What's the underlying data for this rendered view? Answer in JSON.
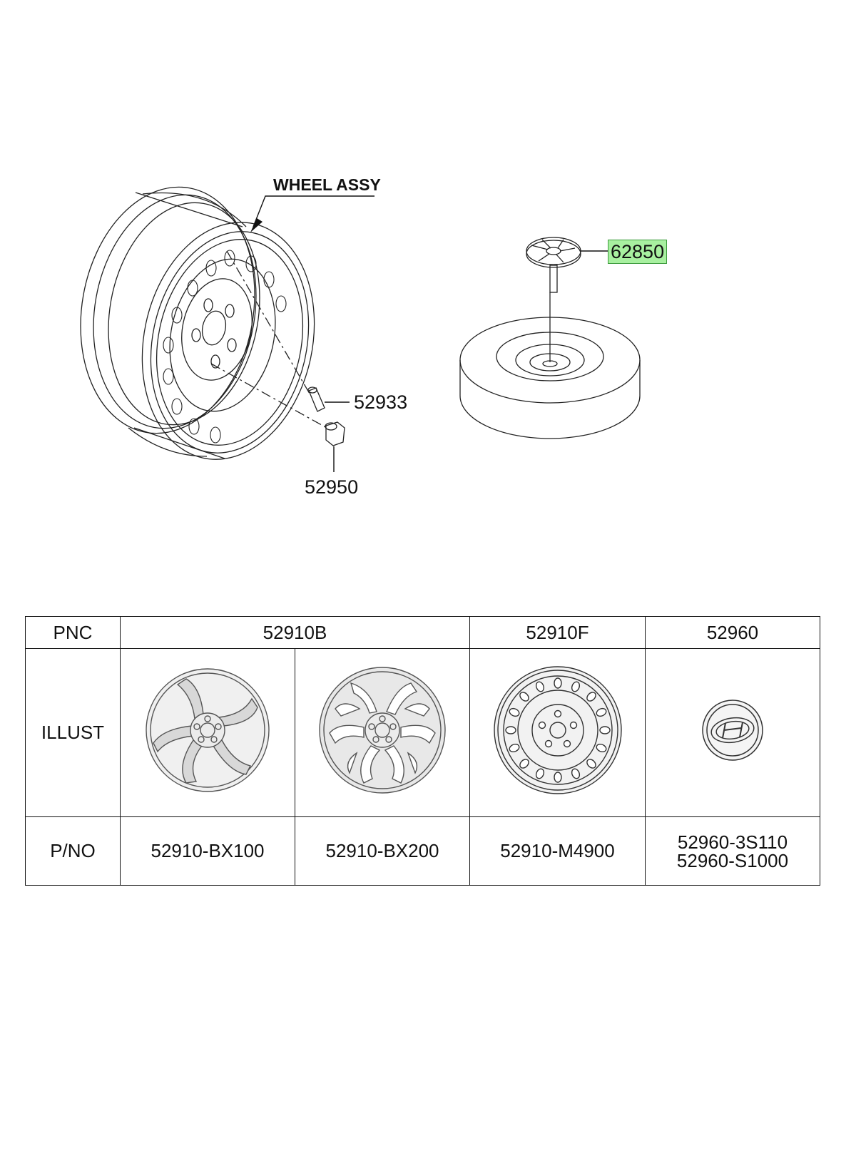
{
  "callouts": {
    "wheel_assy": "WHEEL ASSY",
    "p62850": "62850",
    "p52933": "52933",
    "p52950": "52950"
  },
  "highlight_color": "#a8f0a0",
  "table": {
    "row_labels": {
      "pnc": "PNC",
      "illust": "ILLUST",
      "pno": "P/NO"
    },
    "pnc": {
      "a": "52910B",
      "b": "52910F",
      "c": "52960"
    },
    "pno": {
      "a1": "52910-BX100",
      "a2": "52910-BX200",
      "b": "52910-M4900",
      "c1": "52960-3S110",
      "c2": "52960-S1000"
    }
  }
}
